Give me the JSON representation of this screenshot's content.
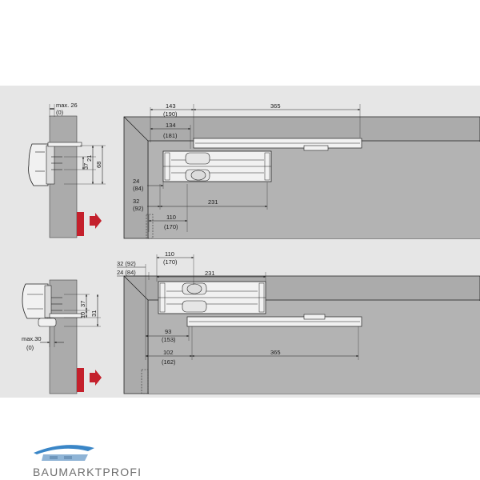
{
  "colors": {
    "background": "#ffffff",
    "panel": "#e6e6e6",
    "wall": "#ababab",
    "wall_dark": "#9a9a9a",
    "edge": "#222222",
    "device": "#f1f1f1",
    "accent_red": "#c4202c"
  },
  "top": {
    "side": {
      "max_label": "max. 26",
      "max_sub": "(0)",
      "v21": "21",
      "v37": "37",
      "v68": "68"
    },
    "front": {
      "d143": "143",
      "d143_sub": "(190)",
      "d365": "365",
      "d134": "134",
      "d134_sub": "(181)",
      "d24": "24",
      "d24_sub": "(84)",
      "d32": "32",
      "d32_sub": "(92)",
      "d231": "231",
      "d110": "110",
      "d110_sub": "(170)"
    }
  },
  "bottom": {
    "side": {
      "max_label": "max.30",
      "max_sub": "(0)",
      "v37": "37",
      "v10": "10",
      "v31": "31"
    },
    "front": {
      "d110": "110",
      "d110_sub": "(170)",
      "d32_label": "32 (92)",
      "d24_label": "24 (84)",
      "d231": "231",
      "d93": "93",
      "d93_sub": "(153)",
      "d102": "102",
      "d102_sub": "(162)",
      "d365": "365"
    }
  },
  "brand": {
    "name": "BAUMARKTPROFI",
    "logo_icon": "roof-swoosh-icon"
  }
}
